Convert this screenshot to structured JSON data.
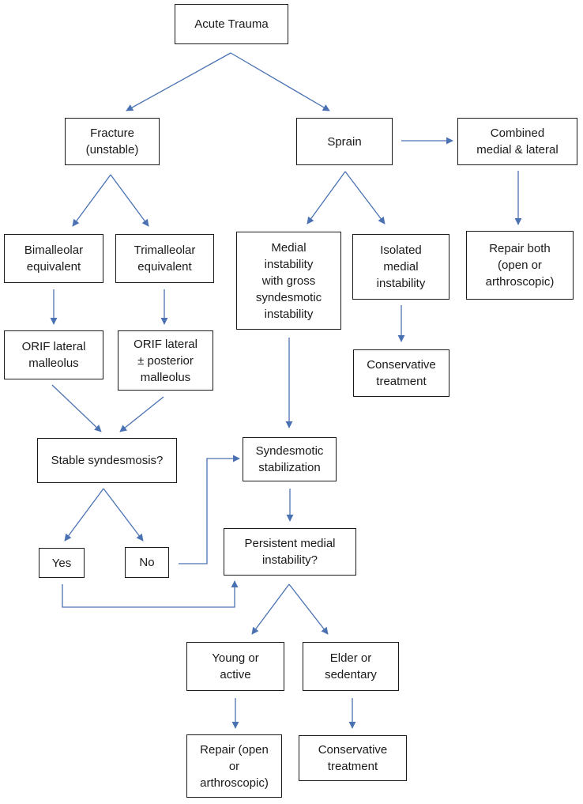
{
  "colors": {
    "arrow": "#4a72b3",
    "border": "#1a1a1a",
    "text": "#1a1a1a"
  },
  "nodes": {
    "acute_trauma": "Acute Trauma",
    "fracture": "Fracture\n(unstable)",
    "sprain": "Sprain",
    "combined": "Combined\nmedial & lateral",
    "bimalleolar": "Bimalleolar\nequivalent",
    "trimalleolar": "Trimalleolar\nequivalent",
    "medial_gross": "Medial\ninstability\nwith gross\nsyndesmotic\ninstability",
    "isolated_medial": "Isolated\nmedial\ninstability",
    "repair_both": "Repair both\n(open or\narthroscopic)",
    "orif_lateral": "ORIF lateral\nmalleolus",
    "orif_lateral_posterior": "ORIF lateral\n± posterior\nmalleolus",
    "conservative_1": "Conservative\ntreatment",
    "stable_syndesmosis": "Stable syndesmosis?",
    "syndesmotic_stabilization": "Syndesmotic\nstabilization",
    "yes": "Yes",
    "no": "No",
    "persistent_medial": "Persistent medial\ninstability?",
    "young_active": "Young or\nactive",
    "elder_sedentary": "Elder or\nsedentary",
    "repair_open": "Repair (open\nor\narthroscopic)",
    "conservative_2": "Conservative\ntreatment"
  }
}
